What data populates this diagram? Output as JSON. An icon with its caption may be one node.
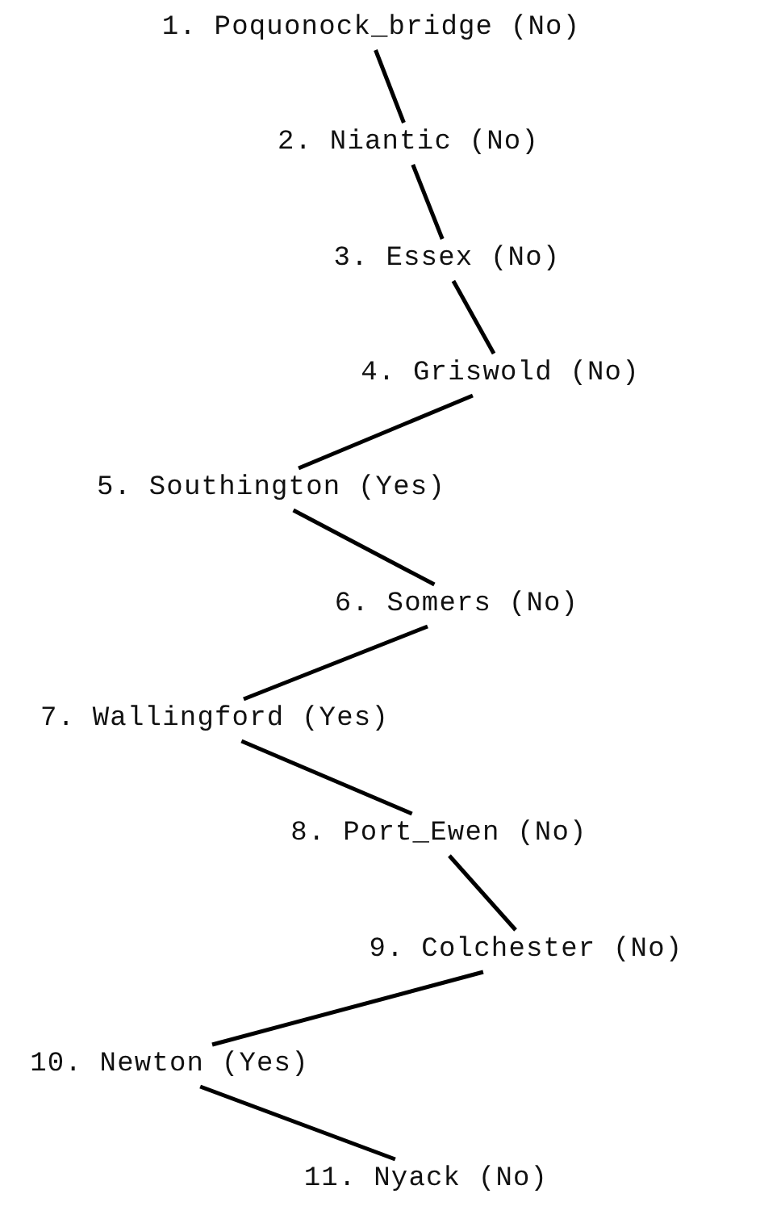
{
  "diagram": {
    "nodes": [
      {
        "text": [
          "1. Poquonock_bridge (No)"
        ]
      },
      {
        "text": [
          "2. Niantic (No)"
        ]
      },
      {
        "text": [
          "3. Essex (No)"
        ]
      },
      {
        "text": [
          "4. Griswold (No)"
        ]
      },
      {
        "text": [
          "5. Southington (Yes)"
        ]
      },
      {
        "text": [
          "6. Somers (No)"
        ]
      },
      {
        "text": [
          "7. Wallingford (Yes)"
        ]
      },
      {
        "text": [
          "8. Port_Ewen (No)"
        ]
      },
      {
        "text": [
          "9. Colchester (No)"
        ]
      },
      {
        "text": [
          "10. Newton (Yes)"
        ]
      },
      {
        "text": [
          "11. Nyack (No)"
        ]
      }
    ],
    "edges": [
      {
        "from": 0,
        "to": 1,
        "arrow": "none"
      },
      {
        "from": 1,
        "to": 2,
        "arrow": "none"
      },
      {
        "from": 2,
        "to": 3,
        "arrow": "none"
      },
      {
        "from": 3,
        "to": 4,
        "arrow": "none"
      },
      {
        "from": 4,
        "to": 5,
        "arrow": "none"
      },
      {
        "from": 5,
        "to": 6,
        "arrow": "none"
      },
      {
        "from": 6,
        "to": 7,
        "arrow": "none"
      },
      {
        "from": 7,
        "to": 8,
        "arrow": "none"
      },
      {
        "from": 8,
        "to": 9,
        "arrow": "none"
      },
      {
        "from": 9,
        "to": 10,
        "arrow": "none"
      }
    ]
  }
}
